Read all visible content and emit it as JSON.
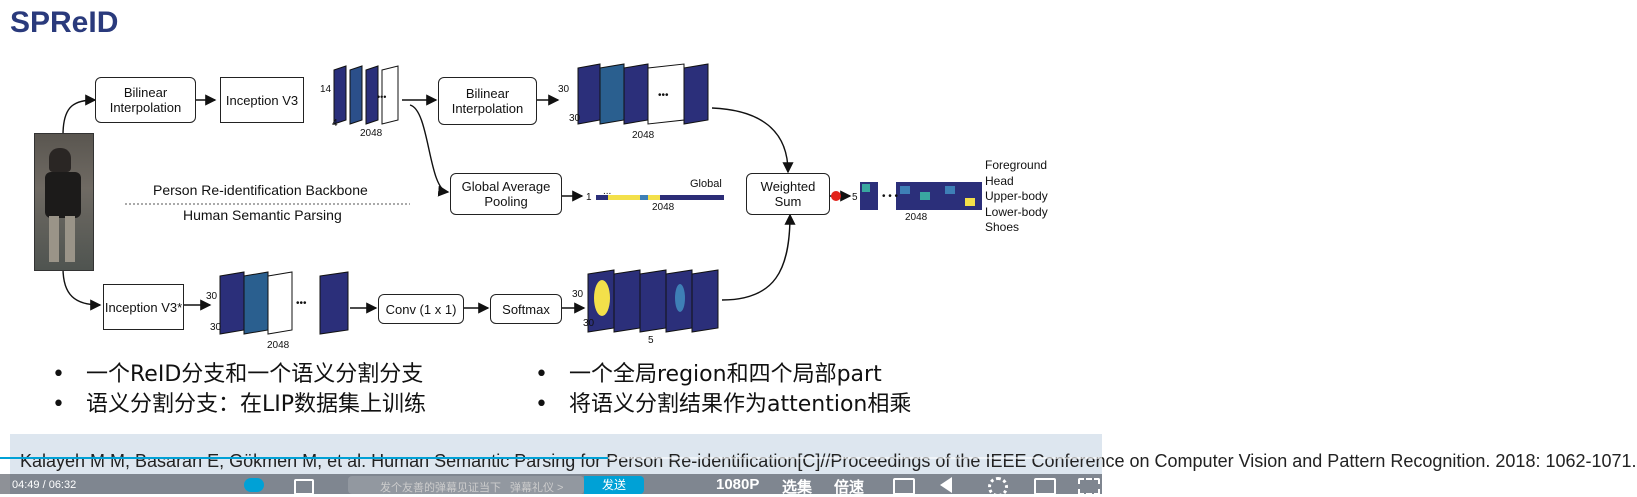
{
  "slide": {
    "title": "SPReID",
    "boxes": {
      "bilinear1": "Bilinear Interpolation",
      "inception_v3": "Inception V3",
      "bilinear2": "Bilinear Interpolation",
      "global_pool": "Global Average Pooling",
      "weighted_sum": "Weighted Sum",
      "inception_v3_star": "Inception V3*",
      "conv": "Conv (1 x 1)",
      "softmax": "Softmax"
    },
    "labels": {
      "n14": "14",
      "n4": "4",
      "n2048a": "2048",
      "n30a": "30",
      "n30b": "30",
      "n2048b": "2048",
      "n1": "1",
      "global": "Global",
      "n2048c": "2048",
      "n5a": "5",
      "n2048d": "2048",
      "n30c": "30",
      "n30d": "30",
      "n2048e": "2048",
      "n30e": "30",
      "n30f": "30",
      "n5b": "5",
      "dots": "..."
    },
    "parts": [
      "Foreground",
      "Head",
      "Upper-body",
      "Lower-body",
      "Shoes"
    ],
    "backbone_label": "Person Re-identification Backbone",
    "parsing_label": "Human Semantic Parsing",
    "bullets_left": [
      "一个ReID分支和一个语义分割分支",
      "语义分割分支：在LIP数据集上训练"
    ],
    "bullets_right": [
      "一个全局region和四个局部part",
      "将语义分割结果作为attention相乘"
    ],
    "bullet_char": "•",
    "reference": "Kalayeh M M, Basaran E, Gökmen M, et al. Human Semantic Parsing for Person Re-identification[C]//Proceedings of the IEEE Conference on Computer Vision and Pattern Recognition. 2018: 1062-1071."
  },
  "player": {
    "time": "04:49 / 06:32",
    "quality": "1080P",
    "episodes": "选集",
    "speed": "倍速",
    "send": "发送",
    "danmaku_placeholder": "发个友善的弹幕见证当下",
    "danmaku_label": "弹幕礼仪 >",
    "progress_fraction": 0.737,
    "accent": "#00a1d6"
  }
}
